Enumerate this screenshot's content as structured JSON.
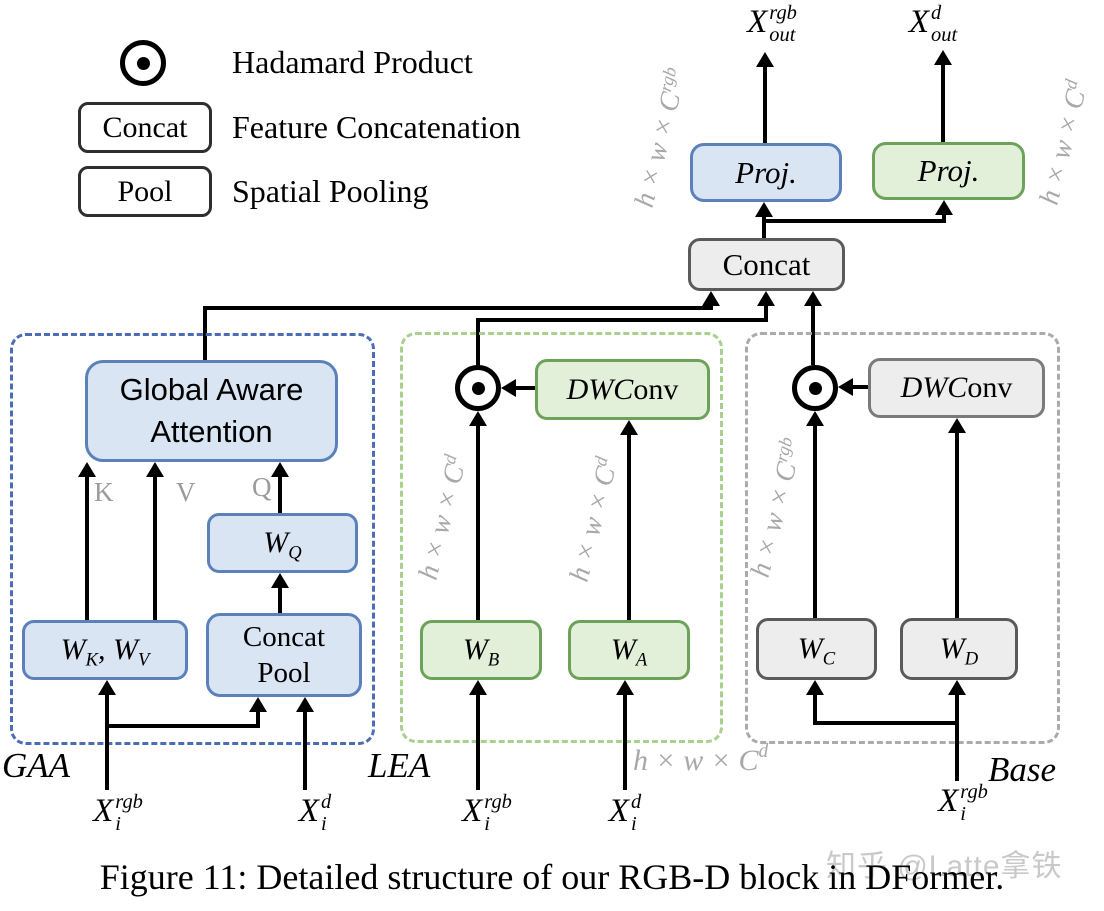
{
  "legend": {
    "hadamard_label": "Hadamard Product",
    "concat_box": "Concat",
    "concat_label": "Feature Concatenation",
    "pool_box": "Pool",
    "pool_label": "Spatial Pooling"
  },
  "outputs": {
    "rgb": {
      "base": "X",
      "sup": "rgb",
      "sub": "out"
    },
    "d": {
      "base": "X",
      "sup": "d",
      "sub": "out"
    }
  },
  "top": {
    "proj_rgb": "Proj.",
    "proj_d": "Proj.",
    "concat": "Concat",
    "dim_left": {
      "main": "h × w × C",
      "sup": "rgb"
    },
    "dim_right": {
      "main": "h × w × C",
      "sup": "d"
    }
  },
  "gaa": {
    "label": "GAA",
    "attention": "Global Aware Attention",
    "k": "K",
    "v": "V",
    "q": "Q",
    "wq": {
      "base": "W",
      "sub": "Q"
    },
    "wkwv": {
      "w1": "W",
      "sub1": "K",
      "sep": ", ",
      "w2": "W",
      "sub2": "V"
    },
    "concat_pool_line1": "Concat",
    "concat_pool_line2": "Pool",
    "input_rgb": {
      "base": "X",
      "sup": "rgb",
      "sub": "i"
    },
    "input_d": {
      "base": "X",
      "sup": "d",
      "sub": "i"
    }
  },
  "lea": {
    "label": "LEA",
    "dwconv": {
      "italic": "DWC",
      "regular": "onv"
    },
    "wb": {
      "base": "W",
      "sub": "B"
    },
    "wa": {
      "base": "W",
      "sub": "A"
    },
    "dim_b": {
      "main": "h × w × C",
      "sup": "d"
    },
    "dim_a": {
      "main": "h × w × C",
      "sup": "d"
    },
    "dim_bottom": {
      "main": "h × w × C",
      "sup": "d"
    },
    "input_rgb": {
      "base": "X",
      "sup": "rgb",
      "sub": "i"
    },
    "input_d": {
      "base": "X",
      "sup": "d",
      "sub": "i"
    }
  },
  "base": {
    "label": "Base",
    "dwconv": {
      "italic": "DWC",
      "regular": "onv"
    },
    "wc": {
      "base": "W",
      "sub": "C"
    },
    "wd": {
      "base": "W",
      "sub": "D"
    },
    "dim_c": {
      "main": "h × w × C",
      "sup": "rgb"
    },
    "input_rgb": {
      "base": "X",
      "sup": "rgb",
      "sub": "i"
    }
  },
  "caption": "Figure 11: Detailed structure of our RGB-D block in DFormer.",
  "watermark": "知乎 @Latte拿铁",
  "colors": {
    "blue_fill": "#d9e5f3",
    "blue_border": "#5b80ba",
    "green_fill": "#e2efd9",
    "green_border": "#6da25a",
    "gray_fill": "#ededed",
    "gray_border": "#5a5a5a",
    "dash_blue": "#4a6db6",
    "dash_green": "#a9d18e",
    "dash_gray": "#ababab",
    "dim_text": "#a8a8a8",
    "line": "#000000"
  }
}
